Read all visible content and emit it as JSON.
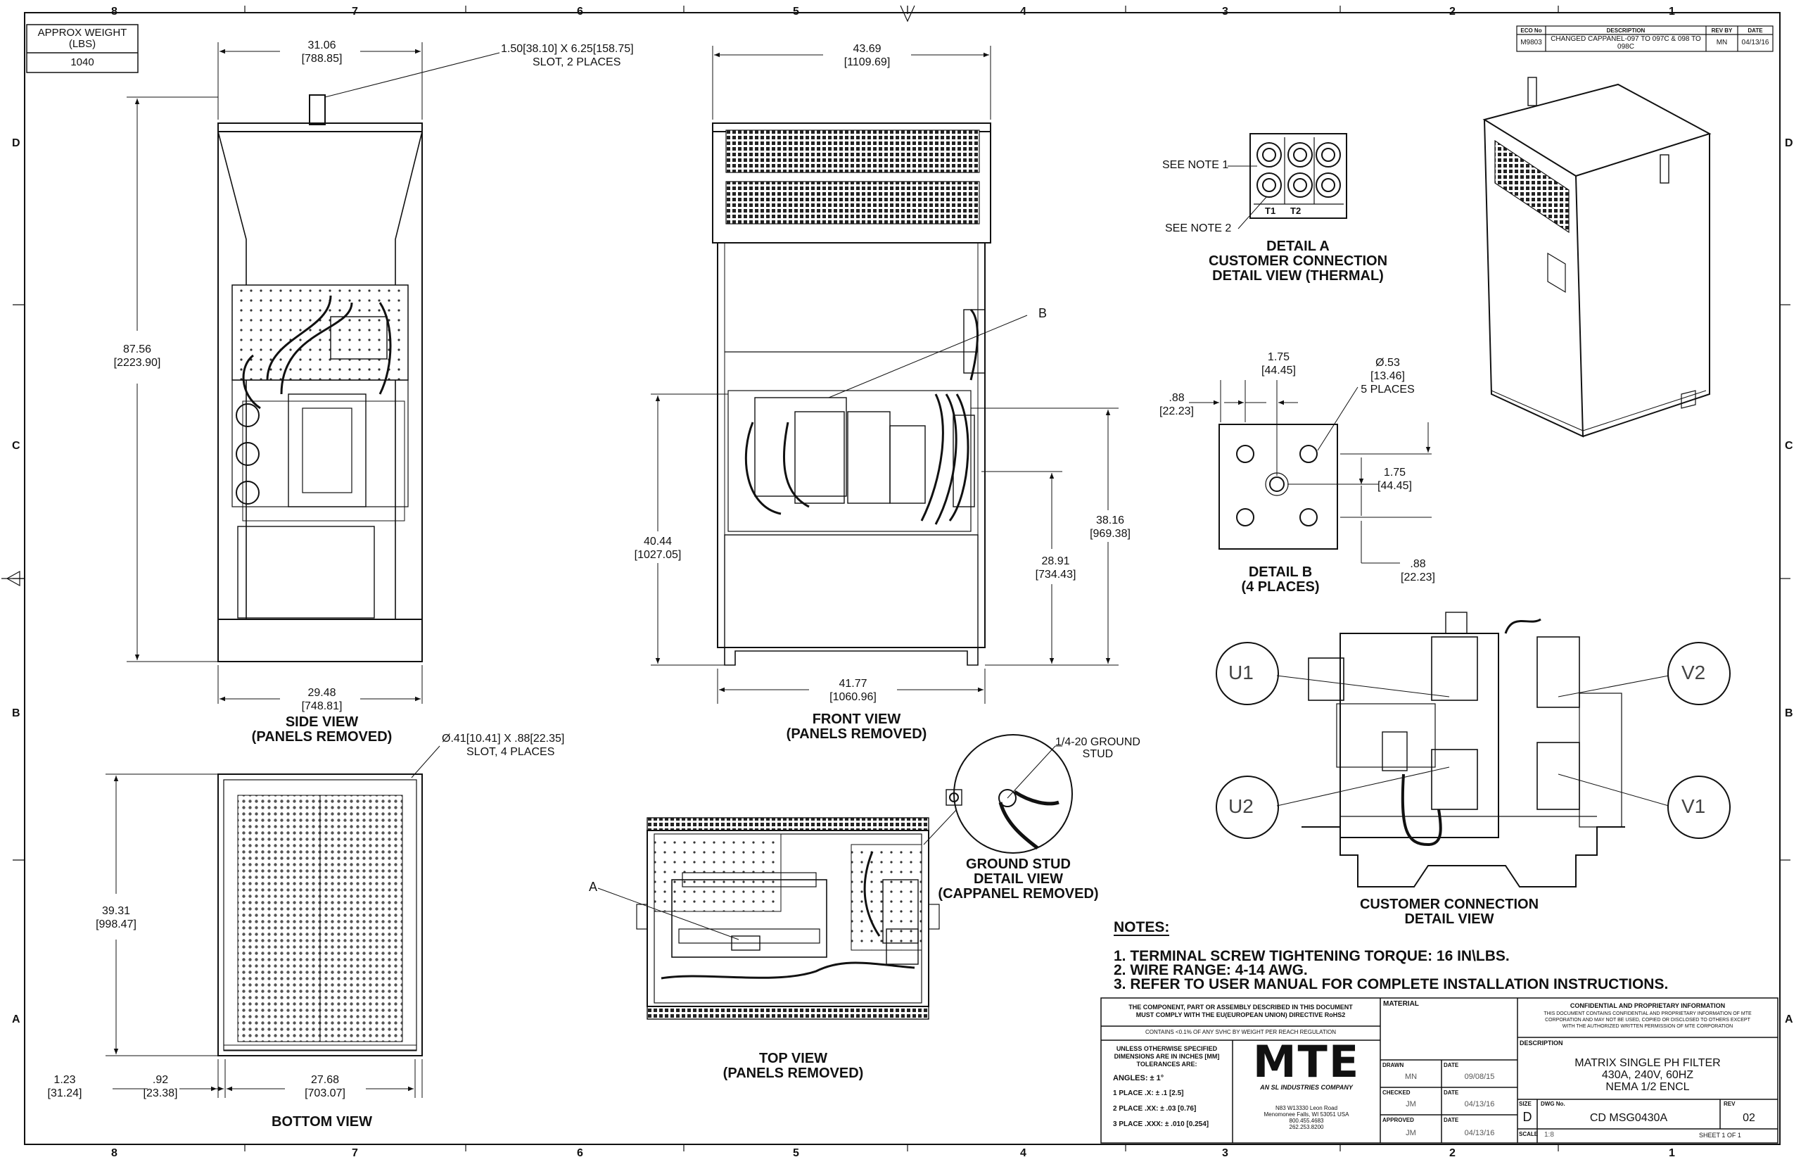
{
  "border": {
    "cols": [
      "8",
      "7",
      "6",
      "5",
      "4",
      "3",
      "2",
      "1"
    ],
    "rows": [
      "D",
      "C",
      "B",
      "A"
    ]
  },
  "weight_box": {
    "label": "APPROX WEIGHT\n(LBS)",
    "value": "1040"
  },
  "revision": {
    "headers": [
      "ECO No",
      "DESCRIPTION",
      "REV BY",
      "DATE"
    ],
    "row": [
      "M9803",
      "CHANGED CAPPANEL-097 TO 097C & 098 TO 098C",
      "MN",
      "04/13/16"
    ]
  },
  "side_view": {
    "title": "SIDE VIEW",
    "subtitle": "(PANELS REMOVED)",
    "dim_top": "31.06",
    "dim_top_mm": "[788.85]",
    "slot_note": "1.50[38.10] X 6.25[158.75]",
    "slot_note2": "SLOT, 2 PLACES",
    "dim_height": "87.56",
    "dim_height_mm": "[2223.90]",
    "dim_bottom": "29.48",
    "dim_bottom_mm": "[748.81]"
  },
  "front_view": {
    "title": "FRONT VIEW",
    "subtitle": "(PANELS REMOVED)",
    "dim_top": "43.69",
    "dim_top_mm": "[1109.69]",
    "label_b": "B",
    "dim_left": "40.44",
    "dim_left_mm": "[1027.05]",
    "dim_mid": "28.91",
    "dim_mid_mm": "[734.43]",
    "dim_right": "38.16",
    "dim_right_mm": "[969.38]",
    "dim_bottom": "41.77",
    "dim_bottom_mm": "[1060.96]"
  },
  "bottom_view": {
    "title": "BOTTOM VIEW",
    "slot_note": "Ø.41[10.41] X .88[22.35]",
    "slot_note2": "SLOT, 4 PLACES",
    "dim_height": "39.31",
    "dim_height_mm": "[998.47]",
    "dim_a": "1.23",
    "dim_a_mm": "[31.24]",
    "dim_b": ".92",
    "dim_b_mm": "[23.38]",
    "dim_c": "27.68",
    "dim_c_mm": "[703.07]"
  },
  "top_view": {
    "title": "TOP VIEW",
    "subtitle": "(PANELS REMOVED)",
    "label_a": "A"
  },
  "ground_stud": {
    "callout": "1/4-20 GROUND",
    "callout2": "STUD",
    "title1": "GROUND STUD",
    "title2": "DETAIL VIEW",
    "title3": "(CAPPANEL REMOVED)"
  },
  "detail_a": {
    "see_note_1": "SEE NOTE 1",
    "see_note_2": "SEE NOTE 2",
    "t1": "T1",
    "t2": "T2",
    "title1": "DETAIL A",
    "title2": "CUSTOMER CONNECTION",
    "title3": "DETAIL VIEW (THERMAL)"
  },
  "detail_b": {
    "dim_175": "1.75",
    "dim_175_mm": "[44.45]",
    "dim_dia": "Ø.53",
    "dim_dia_mm": "[13.46]",
    "dim_dia_note": "5 PLACES",
    "dim_88": ".88",
    "dim_88_mm": "[22.23]",
    "dim_175b": "1.75",
    "dim_175b_mm": "[44.45]",
    "dim_88b": ".88",
    "dim_88b_mm": "[22.23]",
    "title1": "DETAIL B",
    "title2": "(4 PLACES)"
  },
  "customer_connection": {
    "u1": "U1",
    "u2": "U2",
    "v1": "V1",
    "v2": "V2",
    "title1": "CUSTOMER CONNECTION",
    "title2": "DETAIL VIEW"
  },
  "notes": {
    "heading": "NOTES:",
    "items": [
      "1.  TERMINAL SCREW TIGHTENING TORQUE: 16 IN\\LBS.",
      "2.  WIRE RANGE: 4-14 AWG.",
      "3.  REFER TO USER MANUAL FOR COMPLETE INSTALLATION INSTRUCTIONS."
    ]
  },
  "title_block": {
    "rohs1": "THE COMPONENT, PART OR ASSEMBLY DESCRIBED IN THIS DOCUMENT",
    "rohs2": "MUST COMPLY WITH THE EU(EUROPEAN UNION) DIRECTIVE RoHS2",
    "reach": "CONTAINS <0.1% OF ANY SVHC BY WEIGHT PER REACH REGULATION",
    "tol1": "UNLESS OTHERWISE SPECIFIED",
    "tol2": "DIMENSIONS ARE IN INCHES [MM]",
    "tol3": "TOLERANCES ARE:",
    "angles": "ANGLES: ± 1°",
    "place1": "1 PLACE .X: ± .1 [2.5]",
    "place2": "2 PLACE .XX: ± .03 [0.76]",
    "place3": "3 PLACE .XXX: ± .010 [0.254]",
    "logo": "MTE",
    "logo_sub": "AN SL INDUSTRIES COMPANY",
    "addr1": "N83 W13330 Leon Road",
    "addr2": "Menomonee Falls, WI 53051 USA",
    "addr3": "800.455.4683",
    "addr4": "262.253.8200",
    "material": "MATERIAL",
    "drawn": "DRAWN",
    "drawn_by": "MN",
    "drawn_date_l": "DATE",
    "drawn_date": "09/08/15",
    "checked": "CHECKED",
    "checked_by": "JM",
    "checked_date_l": "DATE",
    "checked_date": "04/13/16",
    "approved": "APPROVED",
    "approved_by": "JM",
    "approved_date_l": "DATE",
    "approved_date": "04/13/16",
    "conf_title": "CONFIDENTIAL AND PROPRIETARY INFORMATION",
    "conf1": "THIS DOCUMENT CONTAINS CONFIDENTIAL AND PROPRIETARY INFORMATION OF MTE",
    "conf2": "CORPORATION AND MAY NOT BE USED, COPIED OR DISCLOSED TO OTHERS EXCEPT",
    "conf3": "WITH THE AUTHORIZED WRITTEN PERMISSION OF MTE CORPORATION",
    "desc_label": "DESCRIPTION",
    "desc1": "MATRIX SINGLE PH FILTER",
    "desc2": "430A, 240V, 60HZ",
    "desc3": "NEMA 1/2 ENCL",
    "size_label": "SIZE",
    "size": "D",
    "dwg_label": "DWG No.",
    "dwg": "CD MSG0430A",
    "rev_label": "REV",
    "rev": "02",
    "scale_label": "SCALE",
    "scale": "1:8",
    "sheet": "SHEET 1  OF 1"
  }
}
